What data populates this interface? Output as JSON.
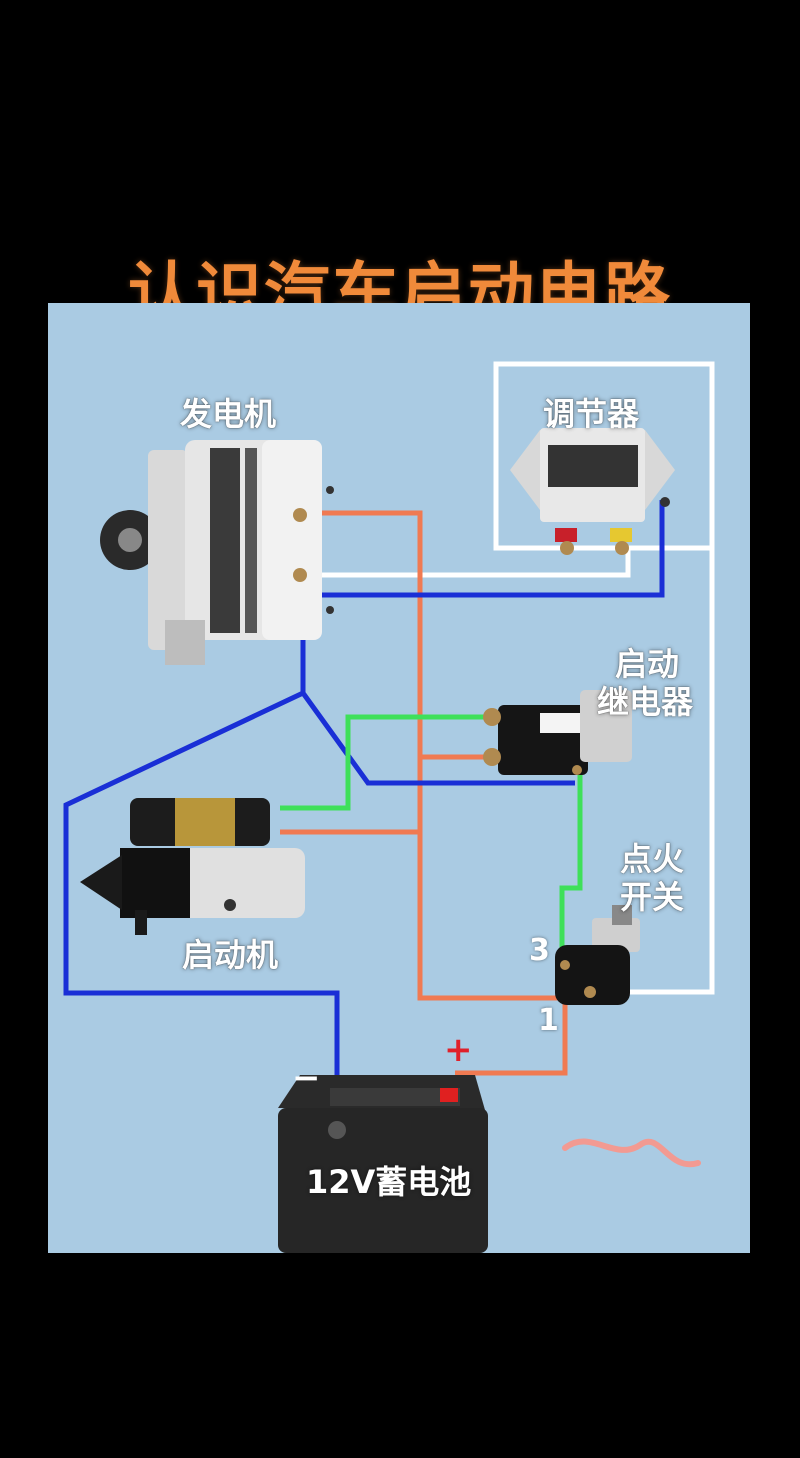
{
  "title": "认识汽车启动电路",
  "labels": {
    "generator": "发电机",
    "regulator": "调节器",
    "start_relay_1": "启动",
    "start_relay_2": "继电器",
    "ignition_1": "点火",
    "ignition_2": "开关",
    "starter": "启动机",
    "battery": "12V蓄电池"
  },
  "terminals": {
    "three": "3",
    "one": "1"
  },
  "polarity": {
    "plus": "+",
    "minus": "−"
  },
  "colors": {
    "title": "#f08a3a",
    "panel_bg": "#aacbe3",
    "wire_red": "#f07a52",
    "wire_blue": "#1a2fd6",
    "wire_green": "#3ee05a",
    "wire_white": "#ffffff",
    "plus_red": "#e0202a",
    "minus_white": "#ffffff"
  }
}
